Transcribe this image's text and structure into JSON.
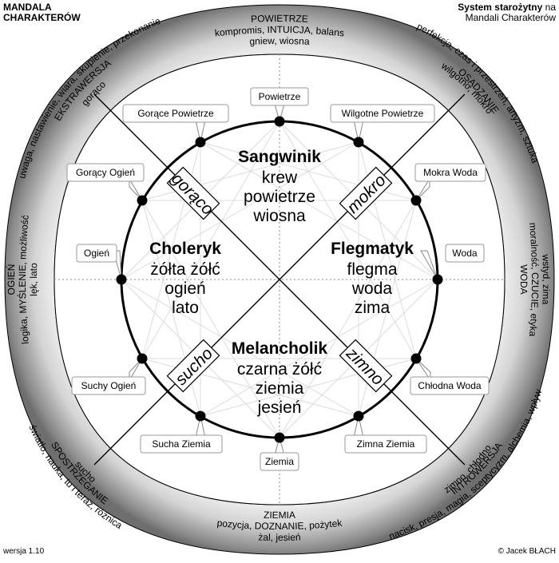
{
  "header": {
    "title_line1": "MANDALA",
    "title_line2": "CHARAKTERÓW",
    "system_bold": "System starożytny",
    "system_rest": " na",
    "system_line2": "Mandali Charakterów"
  },
  "footer": {
    "version": "wersja 1.10",
    "author": "© Jacek BŁACH"
  },
  "ring": {
    "top": {
      "title": "POWIETRZE",
      "line1": "kompromis, INTUICJA, balans",
      "line2": "gniew, wiosna"
    },
    "bottom": {
      "title": "ZIEMIA",
      "line1": "pozycja, DOZNANIE, pożytek",
      "line2": "żal, jesień"
    },
    "left": {
      "title": "OGIEŃ",
      "line1": "logika, MYŚLENIE, możliwość",
      "line2": "lęk, lato"
    },
    "right": {
      "title": "WODA",
      "line1": "moralność, CZUCIE, etyka",
      "line2": "wstyd, zima"
    },
    "top_left": {
      "title": "EKSTRAWERSJA",
      "line1": "uwaga, nastawienie, wiara, skupienie, przekonanie",
      "line2": "gorąco"
    },
    "top_right": {
      "title": "OSĄDZANIE",
      "line1": "perfekcja, czas i przestrzeń, artyzm, sztuka",
      "line2": "wilgotno, mokro"
    },
    "bottom_left": {
      "title": "SPOSTRZEGANIE",
      "line1": "światło, nauka, tu i teraz, różnica",
      "line2": "sucho"
    },
    "bottom_right": {
      "title": "INTROWERSJA",
      "line1": "nacisk, presja, magia, sceptycyzm, alchemia, wpływ",
      "line2": "zimno, chłodno"
    }
  },
  "temperaments": {
    "sangwinik": {
      "name": "Sangwinik",
      "l1": "krew",
      "l2": "powietrze",
      "l3": "wiosna"
    },
    "choleryk": {
      "name": "Choleryk",
      "l1": "żółta żółć",
      "l2": "ogień",
      "l3": "lato"
    },
    "flegmatyk": {
      "name": "Flegmatyk",
      "l1": "flegma",
      "l2": "woda",
      "l3": "zima"
    },
    "melancholik": {
      "name": "Melancholik",
      "l1": "czarna żółć",
      "l2": "ziemia",
      "l3": "jesień"
    }
  },
  "qualities": {
    "hot": "gorąco",
    "wet": "mokro",
    "dry": "sucho",
    "cold": "zimno"
  },
  "points": {
    "p1": "Powietrze",
    "p2": "Wilgotne Powietrze",
    "p3": "Mokra Woda",
    "p4": "Woda",
    "p5": "Chłodna Woda",
    "p6": "Zimna Ziemia",
    "p7": "Ziemia",
    "p8": "Sucha Ziemia",
    "p9": "Suchy Ogień",
    "p10": "Ogień",
    "p11": "Gorący Ogień",
    "p12": "Gorące Powietrze"
  },
  "colors": {
    "ring_light": "#f4f4f4",
    "ring_dark": "#6a6a6a",
    "ink": "#000000",
    "grid": "#999999"
  }
}
